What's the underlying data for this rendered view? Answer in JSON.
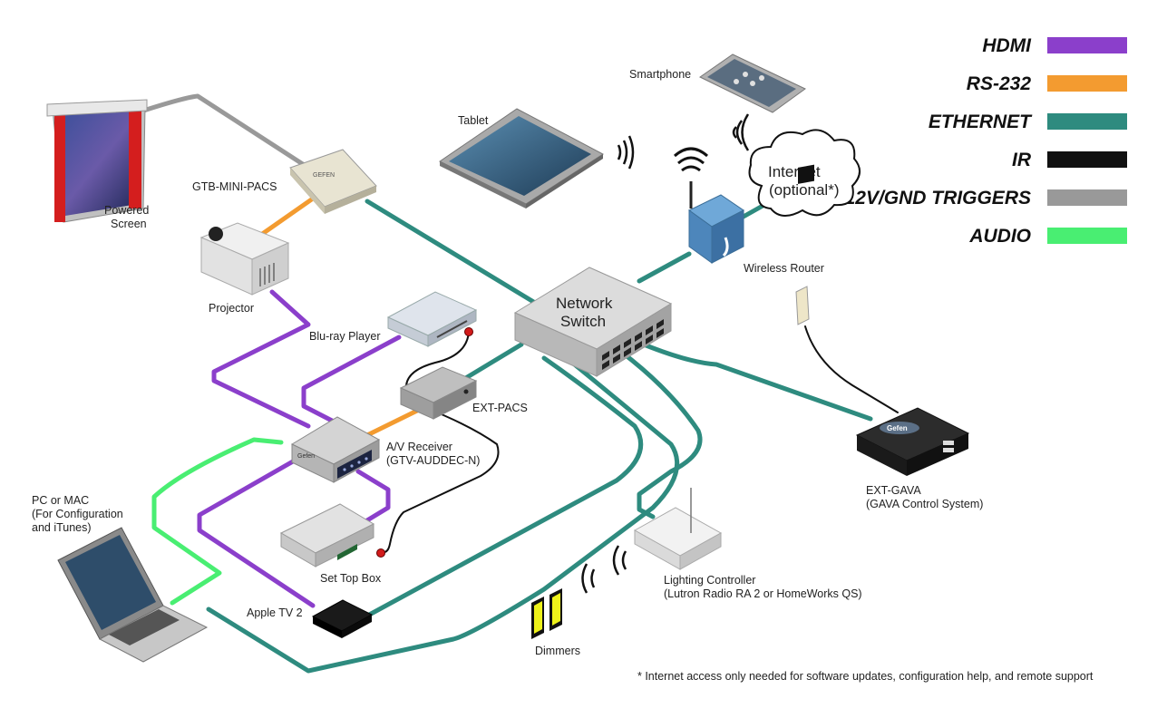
{
  "legend": [
    {
      "label": "HDMI",
      "color": "#8B3FCB"
    },
    {
      "label": "RS-232",
      "color": "#F39B30"
    },
    {
      "label": "ETHERNET",
      "color": "#2E8B7F"
    },
    {
      "label": "IR",
      "color": "#111111"
    },
    {
      "label": "12V/GND TRIGGERS",
      "color": "#999999"
    },
    {
      "label": "AUDIO",
      "color": "#49EE72"
    }
  ],
  "devices": {
    "powered_screen": {
      "line1": "Powered",
      "line2": "Screen"
    },
    "gtb_mini_pacs": {
      "label": "GTB-MINI-PACS",
      "badge": "GEFEN"
    },
    "projector": {
      "label": "Projector"
    },
    "tablet": {
      "label": "Tablet"
    },
    "smartphone": {
      "label": "Smartphone"
    },
    "internet": {
      "line1": "Internet",
      "line2": "(optional*)"
    },
    "wireless_router": {
      "label": "Wireless Router"
    },
    "network_switch": {
      "line1": "Network",
      "line2": "Switch"
    },
    "bluray": {
      "label": "Blu-ray Player"
    },
    "ext_pacs": {
      "label": "EXT-PACS"
    },
    "av_receiver": {
      "line1": "A/V Receiver",
      "line2": "(GTV-AUDDEC-N)",
      "badge": "Gefen"
    },
    "ext_gava": {
      "line1": "EXT-GAVA",
      "line2": "(GAVA Control System)",
      "badge": "Gefen"
    },
    "pc_mac": {
      "line1": "PC or MAC",
      "line2": "(For Configuration",
      "line3": "and iTunes)"
    },
    "set_top_box": {
      "label": "Set Top Box"
    },
    "apple_tv": {
      "label": "Apple TV 2"
    },
    "lighting_controller": {
      "line1": "Lighting Controller",
      "line2": "(Lutron Radio RA 2 or HomeWorks QS)"
    },
    "dimmers": {
      "label": "Dimmers"
    }
  },
  "footnote": "* Internet access only needed for software updates, configuration help, and remote support"
}
